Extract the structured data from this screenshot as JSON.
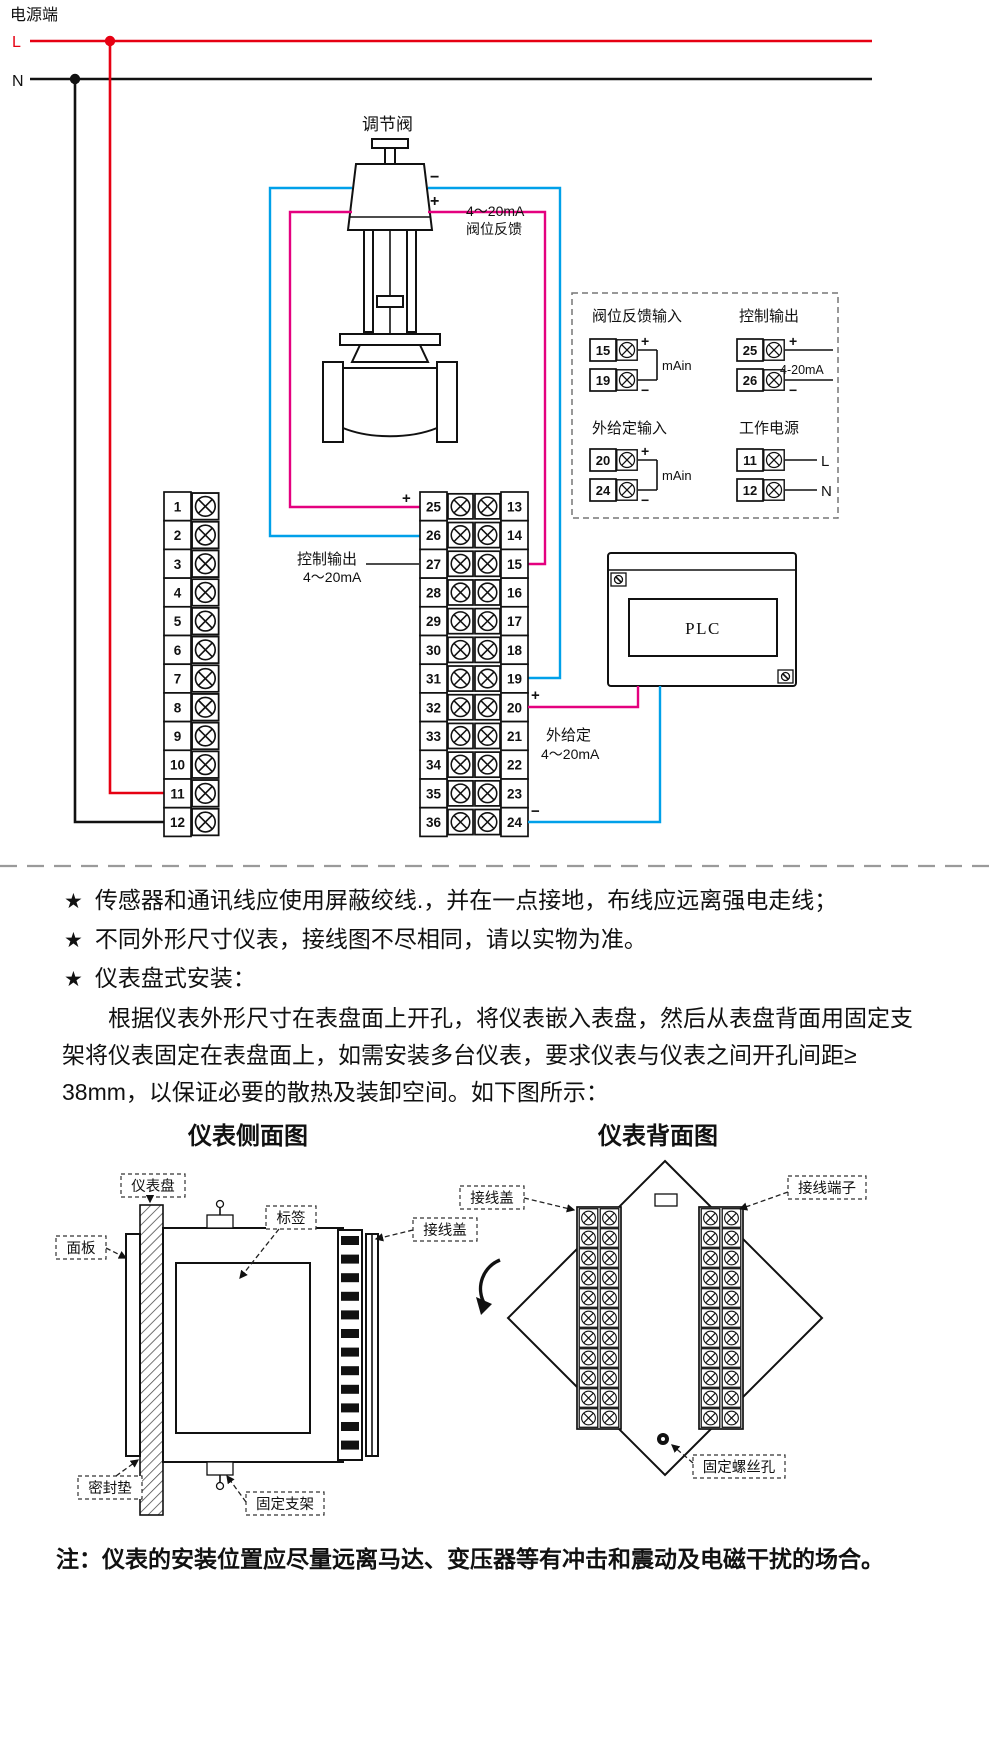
{
  "page": {
    "colors": {
      "line_l": "#e60012",
      "line_n": "#111111",
      "wire_cyan": "#00a0e9",
      "wire_magenta": "#e4007f"
    }
  },
  "power": {
    "title": "电源端",
    "l": "L",
    "n": "N"
  },
  "valve": {
    "title": "调节阀",
    "minus": "−",
    "plus": "+",
    "feedback_line1": "4～20mA",
    "feedback_line2": "阀位反馈"
  },
  "control_output_label": {
    "line1": "控制输出",
    "line2": "4～20mA",
    "plus": "+"
  },
  "setpoint_label": {
    "line1": "外给定",
    "line2": "4～20mA",
    "plus": "+",
    "minus": "−"
  },
  "plc": {
    "label": "PLC"
  },
  "terminals": {
    "left": [
      "1",
      "2",
      "3",
      "4",
      "5",
      "6",
      "7",
      "8",
      "9",
      "10",
      "11",
      "12"
    ],
    "mid": [
      "25",
      "26",
      "27",
      "28",
      "29",
      "30",
      "31",
      "32",
      "33",
      "34",
      "35",
      "36"
    ],
    "right": [
      "13",
      "14",
      "15",
      "16",
      "17",
      "18",
      "19",
      "20",
      "21",
      "22",
      "23",
      "24"
    ]
  },
  "info_box": {
    "valve_feedback": {
      "title": "阀位反馈输入",
      "row1": "15",
      "row2": "19",
      "plus": "+",
      "minus": "−",
      "unit": "mAin"
    },
    "control_output": {
      "title": "控制输出",
      "row1": "25",
      "row2": "26",
      "plus": "+",
      "minus": "−",
      "unit": "4-20mA"
    },
    "external_setpoint": {
      "title": "外给定输入",
      "row1": "20",
      "row2": "24",
      "plus": "+",
      "minus": "−",
      "unit": "mAin"
    },
    "working_power": {
      "title": "工作电源",
      "row1": "11",
      "row2": "12",
      "l": "L",
      "n": "N"
    }
  },
  "notes": {
    "star": "★",
    "bullets": [
      "传感器和通讯线应使用屏蔽绞线.，并在一点接地，布线应远离强电走线；",
      "不同外形尺寸仪表，接线图不尽相同，请以实物为准。",
      "仪表盘式安装："
    ],
    "para_lines": [
      "根据仪表外形尺寸在表盘面上开孔，将仪表嵌入表盘，然后从表盘背面用固定支",
      "架将仪表固定在表盘面上，如需安装多台仪表，要求仪表与仪表之间开孔间距≥",
      "38mm，以保证必要的散热及装卸空间。如下图所示："
    ]
  },
  "figures": {
    "side": {
      "title": "仪表侧面图",
      "labels": {
        "panel_board": "仪表盘",
        "tag": "标签",
        "terminal_cover": "接线盖",
        "front_panel": "面板",
        "gasket": "密封垫",
        "bracket": "固定支架"
      }
    },
    "back": {
      "title": "仪表背面图",
      "labels": {
        "terminal_cover": "接线盖",
        "terminal": "接线端子",
        "screw_hole": "固定螺丝孔"
      }
    }
  },
  "footer": {
    "note": "注：仪表的安装位置应尽量远离马达、变压器等有冲击和震动及电磁干扰的场合。"
  }
}
